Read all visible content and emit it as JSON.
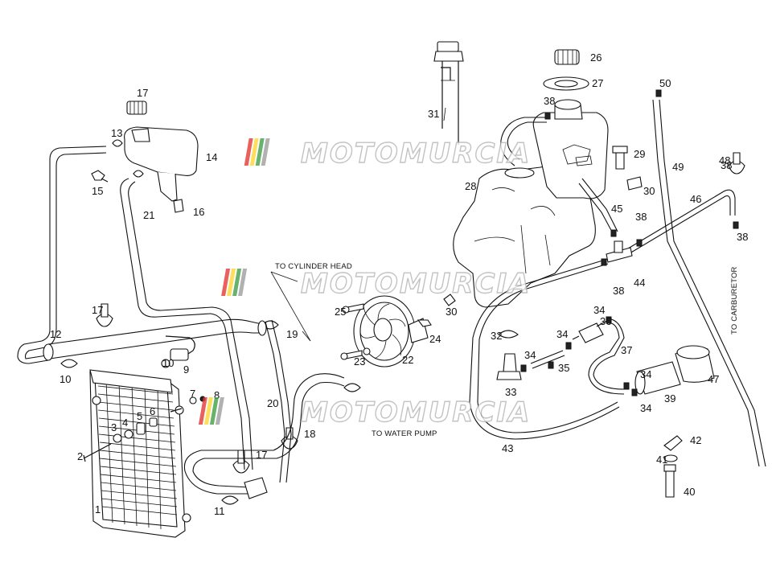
{
  "diagram": {
    "part_numbers": [
      "1",
      "2",
      "3",
      "4",
      "5",
      "6",
      "7",
      "8",
      "9",
      "10",
      "10",
      "11",
      "12",
      "13",
      "14",
      "15",
      "16",
      "17",
      "17",
      "17",
      "18",
      "19",
      "20",
      "21",
      "22",
      "23",
      "24",
      "25",
      "26",
      "27",
      "28",
      "29",
      "30",
      "30",
      "31",
      "32",
      "33",
      "34",
      "34",
      "34",
      "34",
      "34",
      "35",
      "36",
      "37",
      "38",
      "38",
      "38",
      "38",
      "38",
      "39",
      "40",
      "41",
      "42",
      "43",
      "44",
      "45",
      "46",
      "47",
      "48",
      "49",
      "50"
    ],
    "annotations": {
      "to_cylinder_head": "TO CYLINDER HEAD",
      "to_water_pump": "TO WATER PUMP",
      "to_carburetor": "TO CARBURETOR"
    },
    "watermark": "MOTOMURCIA",
    "watermark_colors": [
      "#e53935",
      "#fdd835",
      "#43a047",
      "#9e9e9e"
    ]
  }
}
